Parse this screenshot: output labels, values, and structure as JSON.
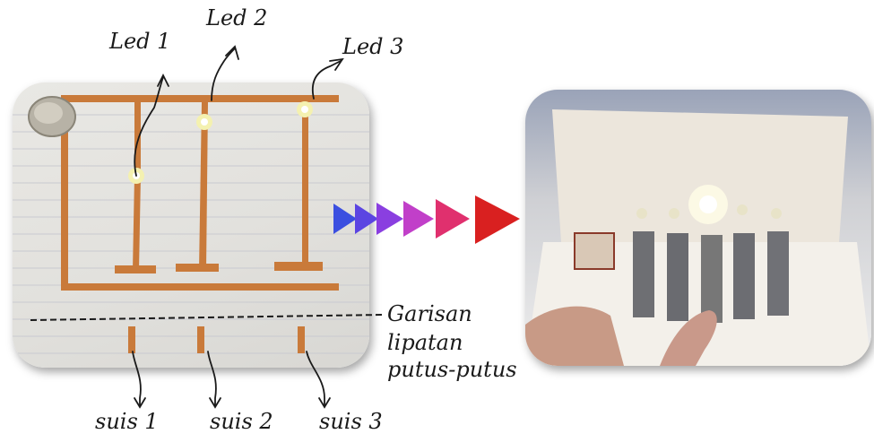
{
  "labels": {
    "led_1": "Led 1",
    "led_2": "Led 2",
    "led_3": "Led 3",
    "fold_line_1": "Garisan",
    "fold_line_2": "lipatan",
    "fold_line_3": "putus-putus",
    "switch_1": "suis 1",
    "switch_2": "suis 2",
    "switch_3": "suis 3"
  },
  "colors": {
    "copper": "#c97a3a",
    "arrows": [
      "#3b4fe0",
      "#5b45e2",
      "#8a3fe0",
      "#c13fc9",
      "#e0306e",
      "#d92020"
    ]
  }
}
